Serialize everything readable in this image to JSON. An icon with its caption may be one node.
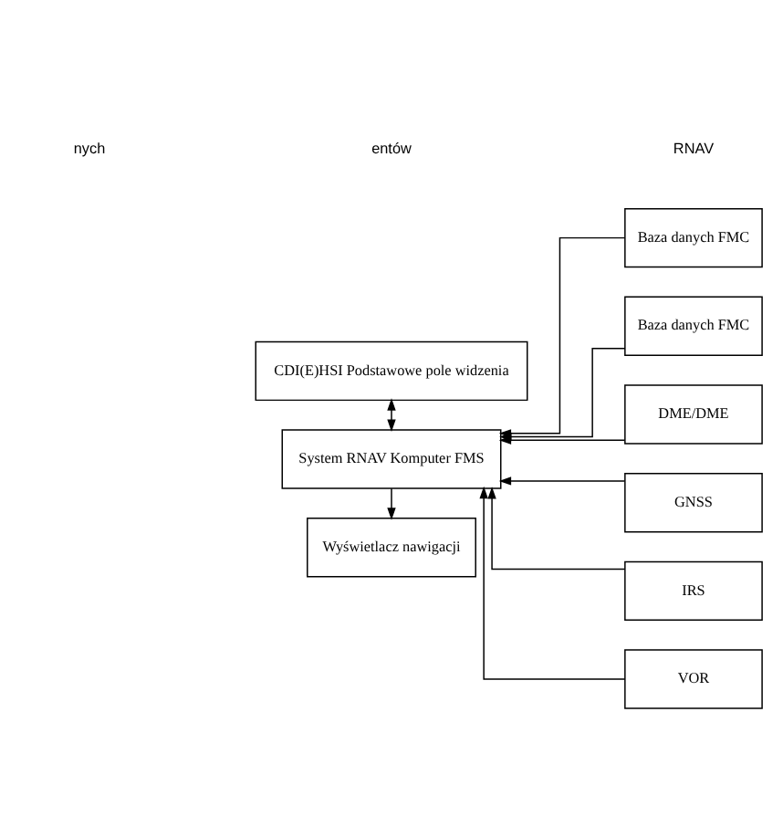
{
  "diagram": {
    "nodes": [
      {
        "text": [
          "CDI(E)HSI Podstawowe pole widzenia"
        ]
      },
      {
        "text": [
          "System RNAV Komputer FMS"
        ]
      },
      {
        "text": [
          "Wyświetlacz nawigacji"
        ]
      },
      {
        "text": [
          "Baza danych FMC"
        ]
      },
      {
        "text": [
          "Baza danych FMC"
        ]
      },
      {
        "text": [
          "DME/DME"
        ]
      },
      {
        "text": [
          "GNSS"
        ]
      },
      {
        "text": [
          "IRS"
        ]
      },
      {
        "text": [
          "VOR"
        ]
      }
    ],
    "edges": [
      {
        "from": 0,
        "to": 1,
        "arrow": "both"
      },
      {
        "from": 1,
        "to": 2,
        "arrow": "to"
      },
      {
        "from": 3,
        "to": 1,
        "arrow": "to"
      },
      {
        "from": 4,
        "to": 1,
        "arrow": "to"
      },
      {
        "from": 5,
        "to": 1,
        "arrow": "to"
      },
      {
        "from": 6,
        "to": 1,
        "arrow": "to"
      },
      {
        "from": 7,
        "to": 1,
        "arrow": "to"
      },
      {
        "from": 8,
        "to": 1,
        "arrow": "to"
      }
    ],
    "labels": [
      "RNAV",
      "entów",
      "nych"
    ]
  }
}
